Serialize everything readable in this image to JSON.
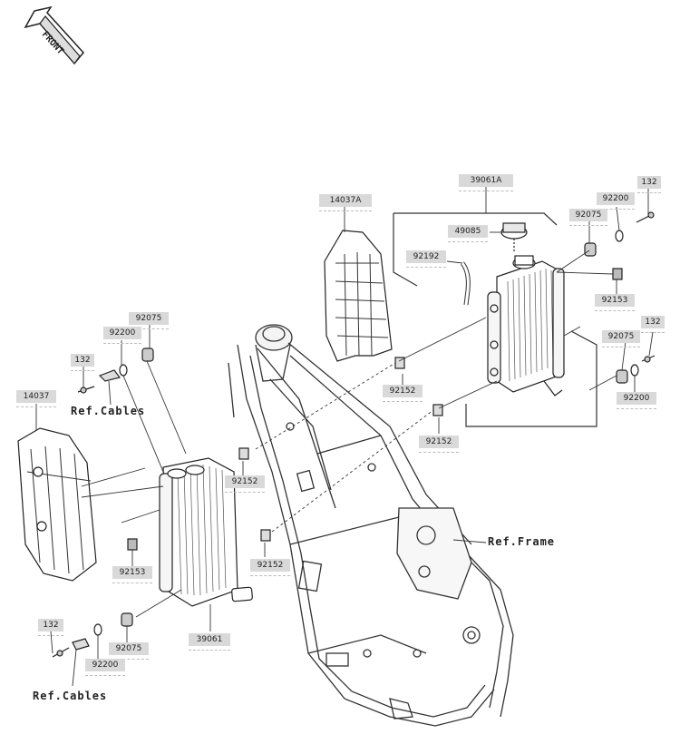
{
  "diagram": {
    "front_badge": "FRONT",
    "labels": {
      "l_39061A": "39061A",
      "l_14037A": "14037A",
      "l_132_a": "132",
      "l_92200_a": "92200",
      "l_92075_a": "92075",
      "l_49085": "49085",
      "l_92192": "92192",
      "l_92153_a": "92153",
      "l_132_b": "132",
      "l_92075_b": "92075",
      "l_92200_b": "92200",
      "l_92152_a": "92152",
      "l_92152_b": "92152",
      "l_92075_c": "92075",
      "l_92200_c": "92200",
      "l_132_c": "132",
      "l_14037": "14037",
      "l_92152_c": "92152",
      "l_92153_b": "92153",
      "l_92152_d": "92152",
      "l_39061": "39061",
      "l_132_d": "132",
      "l_92075_d": "92075",
      "l_92200_d": "92200"
    },
    "refs": {
      "ref_cables_top": "Ref.Cables",
      "ref_frame": "Ref.Frame",
      "ref_cables_bottom": "Ref.Cables"
    }
  }
}
